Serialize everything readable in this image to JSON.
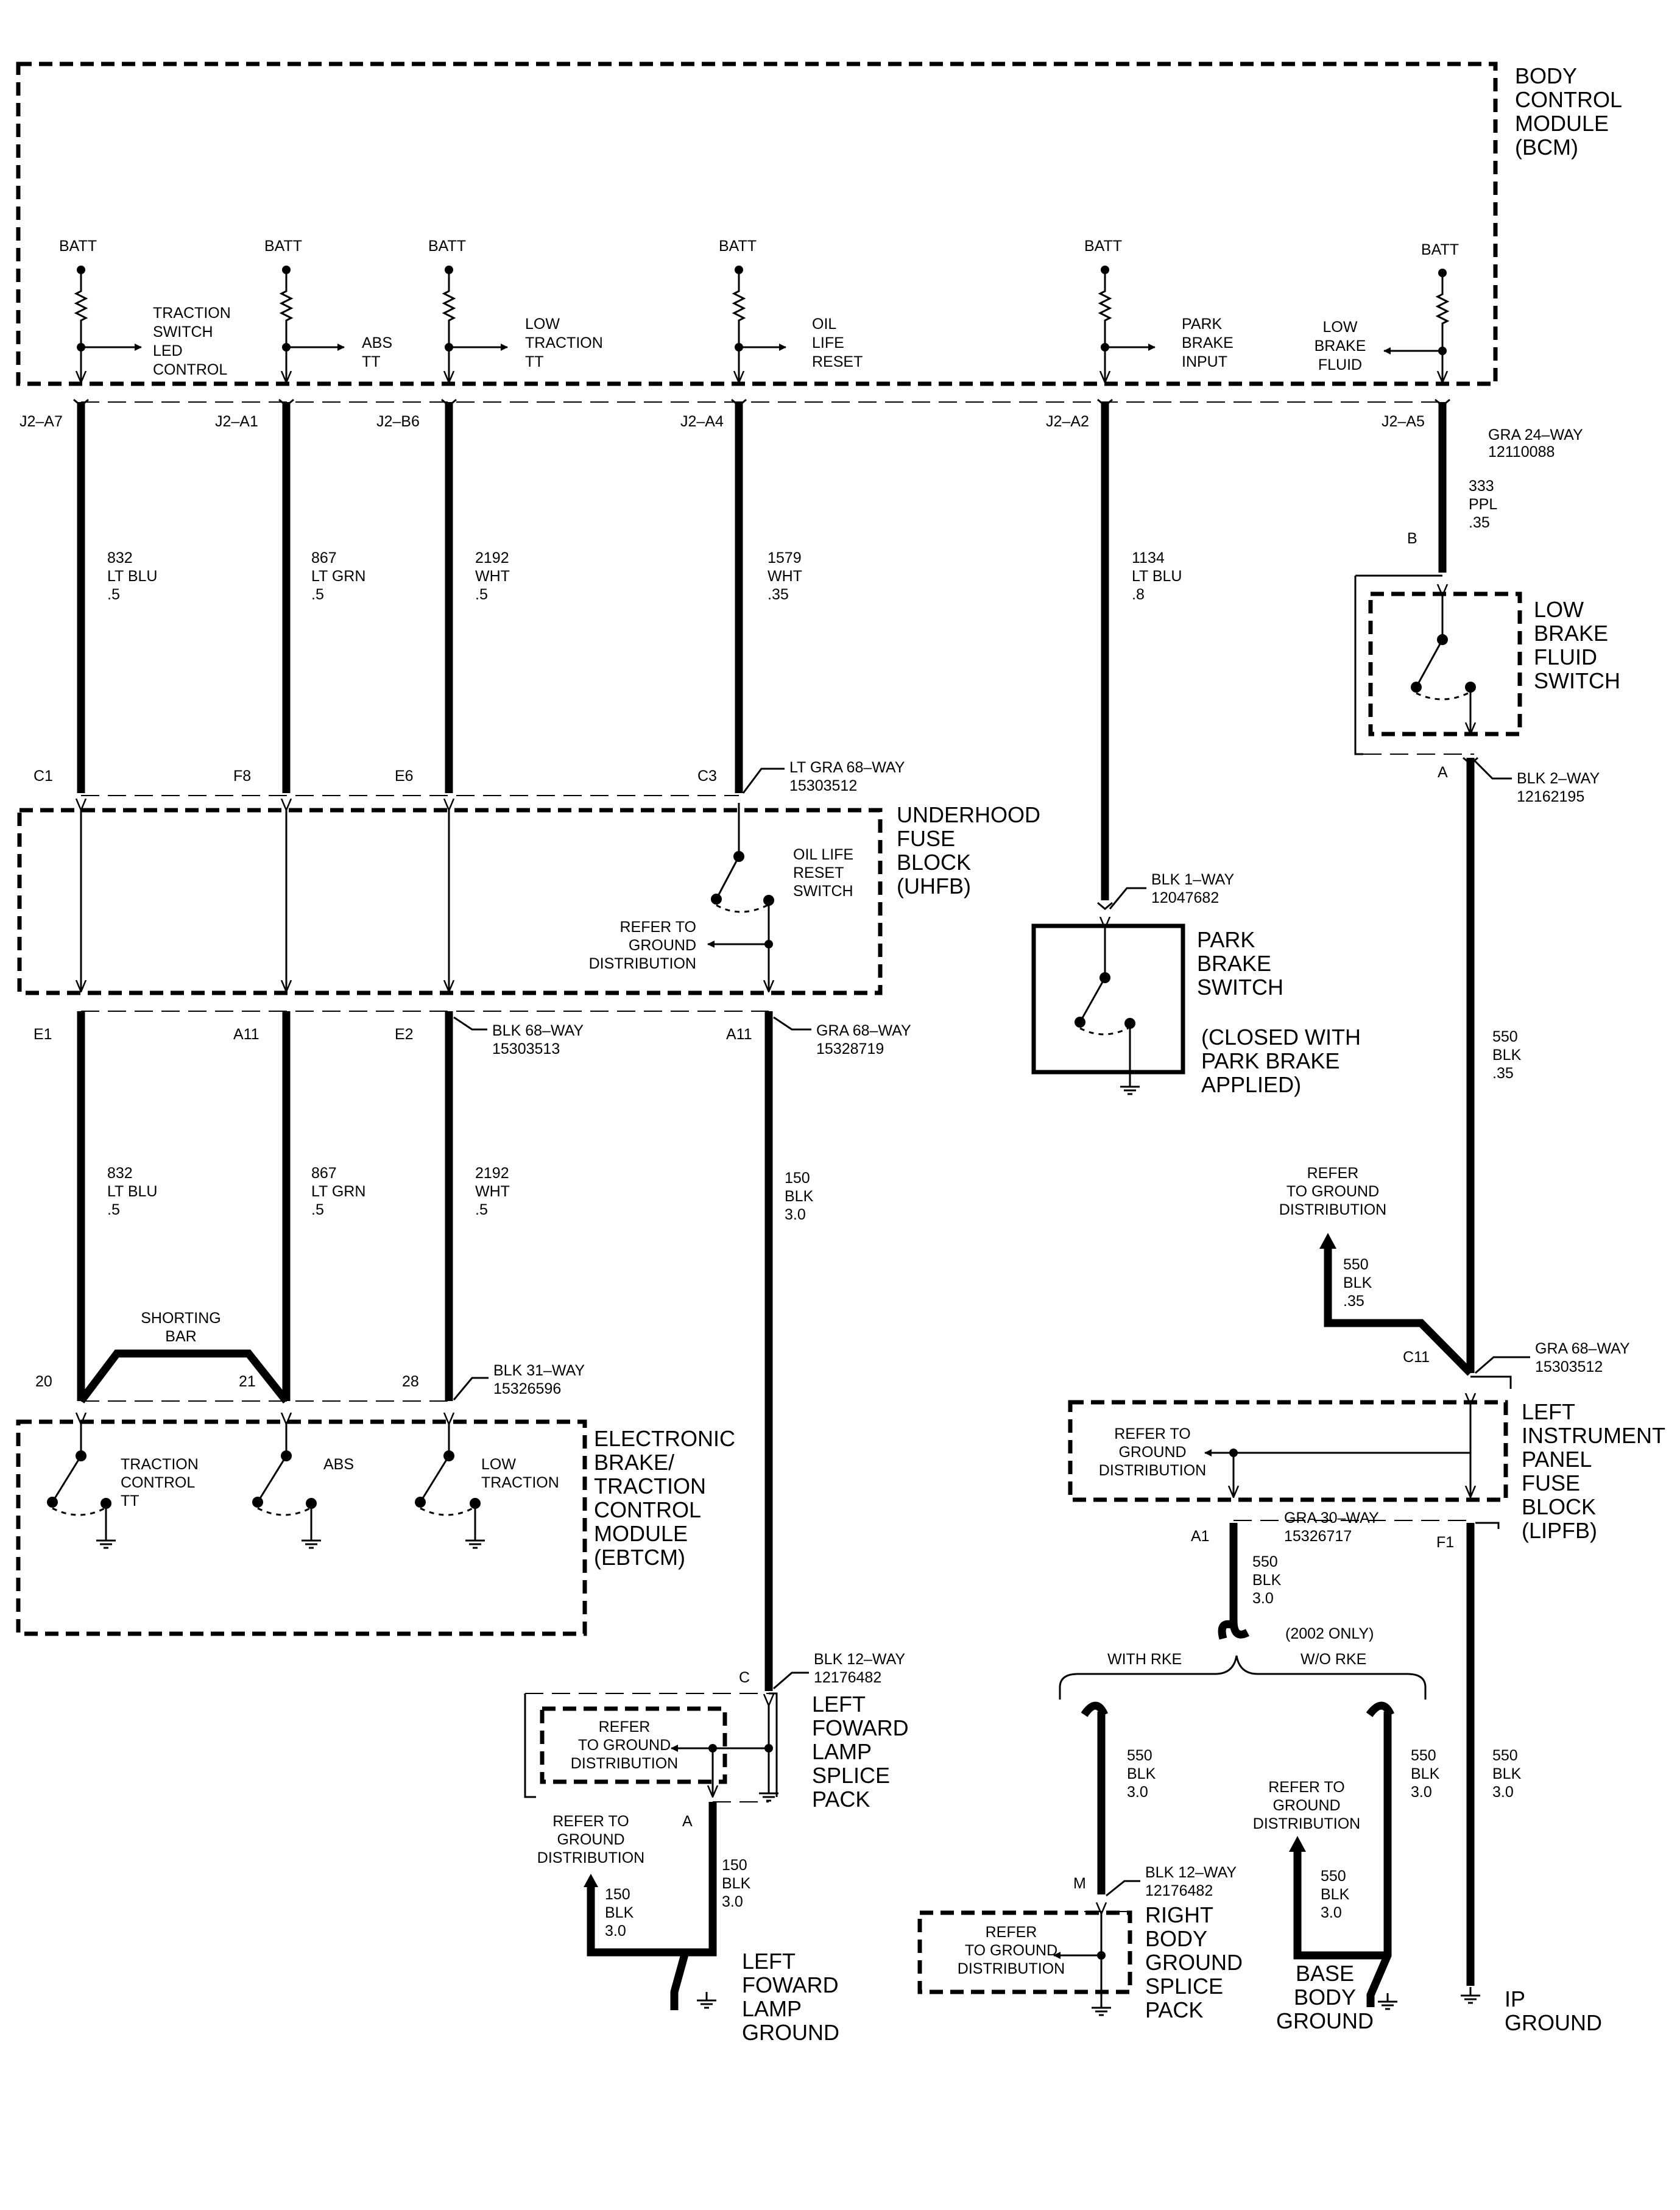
{
  "bcm": {
    "title": [
      "BODY",
      "CONTROL",
      "MODULE",
      "(BCM)"
    ],
    "batt": "BATT",
    "connector": [
      "GRA 24–WAY",
      "12110088"
    ]
  },
  "circuits": [
    {
      "pin": "J2–A7",
      "func": [
        "TRACTION",
        "SWITCH",
        "LED",
        "CONTROL"
      ],
      "wire": [
        "832",
        "LT BLU",
        ".5"
      ],
      "uhfb_in": "C1",
      "uhfb_out": "E1",
      "wire2": [
        "832",
        "LT BLU",
        ".5"
      ],
      "eb_pin": "20"
    },
    {
      "pin": "J2–A1",
      "func": [
        "ABS",
        "TT"
      ],
      "wire": [
        "867",
        "LT GRN",
        ".5"
      ],
      "uhfb_in": "F8",
      "uhfb_out": "A11",
      "wire2": [
        "867",
        "LT GRN",
        ".5"
      ],
      "eb_pin": "21"
    },
    {
      "pin": "J2–B6",
      "func": [
        "LOW",
        "TRACTION",
        "TT"
      ],
      "wire": [
        "2192",
        "WHT",
        ".5"
      ],
      "uhfb_in": "E6",
      "uhfb_out": "E2",
      "wire2": [
        "2192",
        "WHT",
        ".5"
      ],
      "eb_pin": "28"
    },
    {
      "pin": "J2–A4",
      "func": [
        "OIL",
        "LIFE",
        "RESET"
      ],
      "wire": [
        "1579",
        "WHT",
        ".35"
      ],
      "uhfb_in": "C3",
      "uhfb_out": "A11",
      "wire2": [
        "150",
        "BLK",
        "3.0"
      ]
    },
    {
      "pin": "J2–A2",
      "func": [
        "PARK",
        "BRAKE",
        "INPUT"
      ],
      "wire": [
        "1134",
        "LT BLU",
        ".8"
      ]
    },
    {
      "pin": "J2–A5",
      "func": [
        "LOW",
        "BRAKE",
        "FLUID"
      ],
      "wire": [
        "333",
        "PPL",
        ".35"
      ]
    }
  ],
  "uhfb": {
    "title": [
      "UNDERHOOD",
      "FUSE",
      "BLOCK",
      "(UHFB)"
    ],
    "conn_top": [
      "LT GRA 68–WAY",
      "15303512"
    ],
    "conn_bot_a": [
      "BLK 68–WAY",
      "15303513"
    ],
    "conn_bot_b": [
      "GRA 68–WAY",
      "15328719"
    ],
    "switch": [
      "OIL LIFE",
      "RESET",
      "SWITCH"
    ],
    "ground_ref": [
      "REFER TO",
      "GROUND",
      "DISTRIBUTION"
    ]
  },
  "ebtcm": {
    "title": [
      "ELECTRONIC",
      "BRAKE/",
      "TRACTION",
      "CONTROL",
      "MODULE",
      "(EBTCM)"
    ],
    "connector": [
      "BLK 31–WAY",
      "15326596"
    ],
    "shorting_bar": [
      "SHORTING",
      "BAR"
    ],
    "switches": [
      [
        "TRACTION",
        "CONTROL",
        "TT"
      ],
      [
        "ABS"
      ],
      [
        "LOW",
        "TRACTION"
      ]
    ]
  },
  "park_brake": {
    "connector": [
      "BLK 1–WAY",
      "12047682"
    ],
    "title": [
      "PARK",
      "BRAKE",
      "SWITCH"
    ],
    "note": [
      "(CLOSED WITH",
      "PARK BRAKE",
      "APPLIED)"
    ]
  },
  "low_brake_fluid": {
    "pin_b": "B",
    "pin_a": "A",
    "title": [
      "LOW",
      "BRAKE",
      "FLUID",
      "SWITCH"
    ],
    "connector": [
      "BLK 2–WAY",
      "12162195"
    ],
    "wire": [
      "550",
      "BLK",
      ".35"
    ]
  },
  "lipfb": {
    "title": [
      "LEFT",
      "INSTRUMENT",
      "PANEL",
      "FUSE",
      "BLOCK",
      "(LIPFB)"
    ],
    "pin_in": "C11",
    "conn_top": [
      "GRA 68–WAY",
      "15303512"
    ],
    "ground_ref": [
      "REFER",
      "TO GROUND",
      "DISTRIBUTION"
    ],
    "inner_ref": [
      "REFER TO",
      "GROUND",
      "DISTRIBUTION"
    ],
    "branch_wire": [
      "550",
      "BLK",
      ".35"
    ],
    "pin_a1": "A1",
    "conn_bot": [
      "GRA 30–WAY",
      "15326717"
    ],
    "pin_f1": "F1",
    "a1_wire": [
      "550",
      "BLK",
      "3.0"
    ],
    "f1_wire": [
      "550",
      "BLK",
      "3.0"
    ]
  },
  "rke": {
    "note": "(2002 ONLY)",
    "with": "WITH RKE",
    "without": "W/O RKE",
    "with_wire": [
      "550",
      "BLK",
      "3.0"
    ],
    "without_wire": [
      "550",
      "BLK",
      "3.0"
    ],
    "base_ref": [
      "REFER TO",
      "GROUND",
      "DISTRIBUTION"
    ],
    "base_wire": [
      "550",
      "BLK",
      "3.0"
    ]
  },
  "right_body": {
    "pin": "M",
    "connector": [
      "BLK 12–WAY",
      "12176482"
    ],
    "ref": [
      "REFER",
      "TO GROUND",
      "DISTRIBUTION"
    ],
    "title": [
      "RIGHT",
      "BODY",
      "GROUND",
      "SPLICE",
      "PACK"
    ]
  },
  "left_forward": {
    "pin_c": "C",
    "connector": [
      "BLK 12–WAY",
      "12176482"
    ],
    "ref": [
      "REFER",
      "TO GROUND",
      "DISTRIBUTION"
    ],
    "title": [
      "LEFT",
      "FOWARD",
      "LAMP",
      "SPLICE",
      "PACK"
    ],
    "pin_a": "A",
    "out_wire": [
      "150",
      "BLK",
      "3.0"
    ],
    "side_ref": [
      "REFER TO",
      "GROUND",
      "DISTRIBUTION"
    ],
    "side_wire": [
      "150",
      "BLK",
      "3.0"
    ],
    "ground_title": [
      "LEFT",
      "FOWARD",
      "LAMP",
      "GROUND"
    ]
  },
  "grounds": {
    "base": [
      "BASE",
      "BODY",
      "GROUND"
    ],
    "ip": [
      "IP",
      "GROUND"
    ]
  }
}
